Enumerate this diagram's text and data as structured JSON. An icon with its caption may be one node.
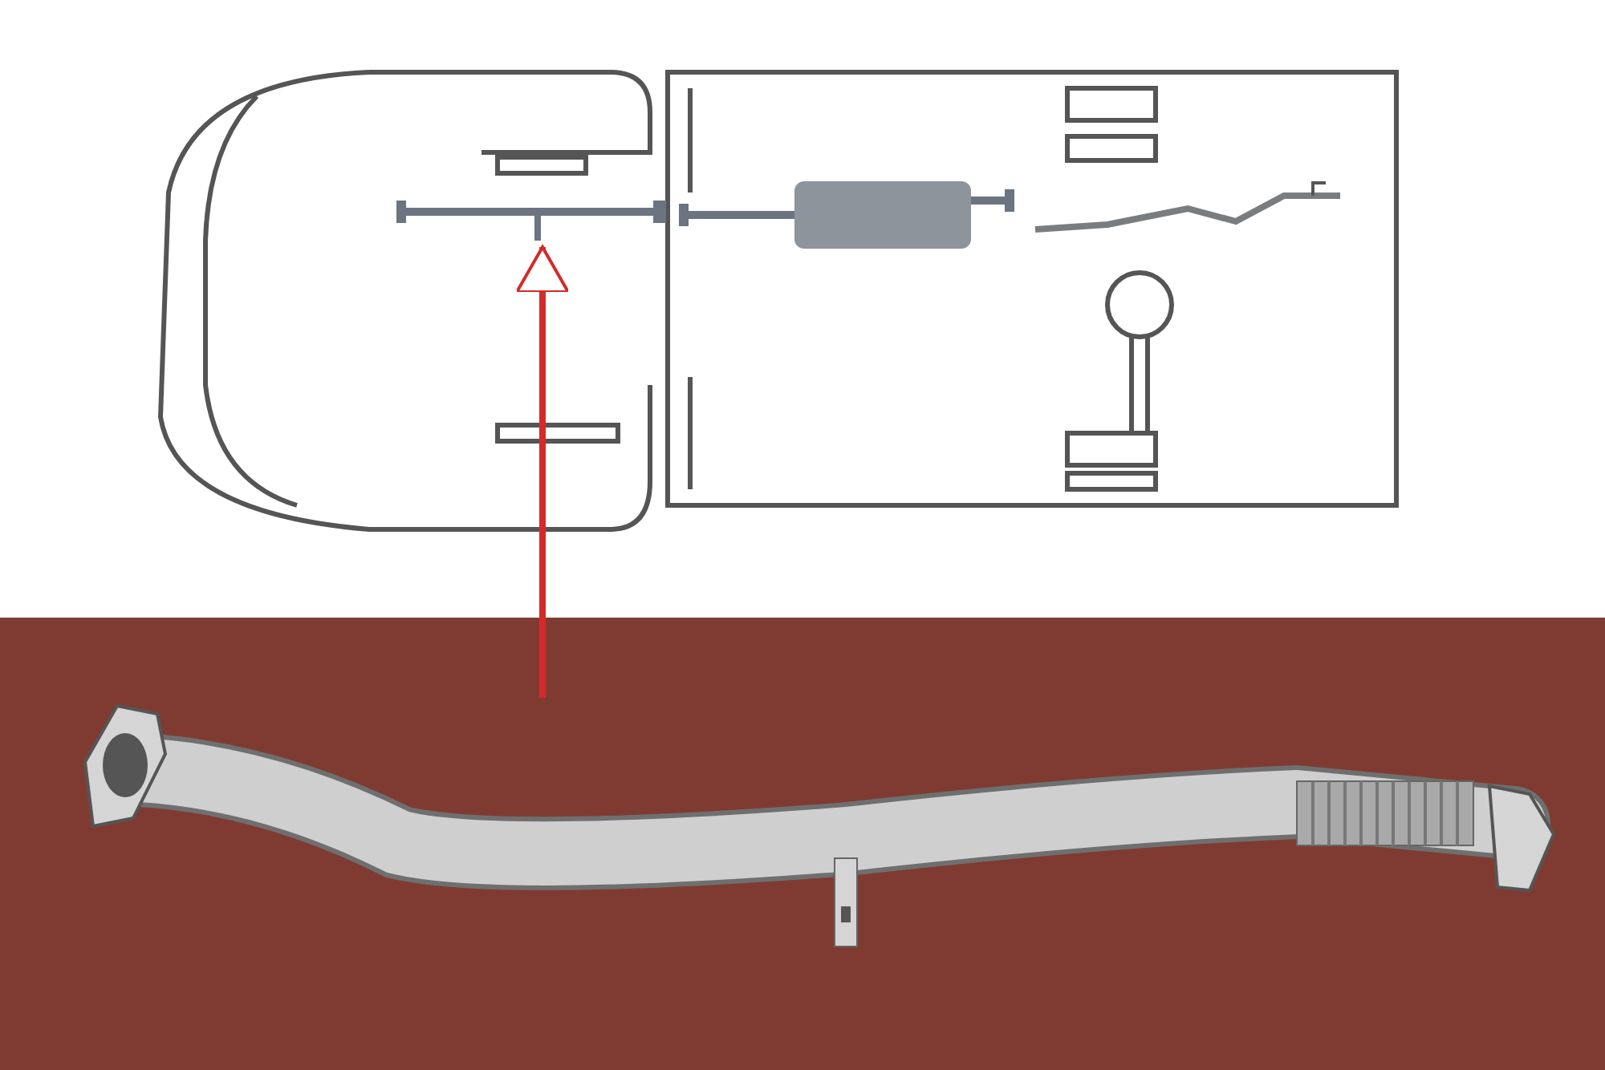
{
  "diagram": {
    "nodes": [
      {
        "text": [],
        "shape": "picture"
      },
      {
        "text": [],
        "shape": "picture"
      }
    ],
    "edges": [
      {
        "from": 1,
        "to": 0,
        "arrow": "to",
        "color": "#d42a2a"
      }
    ]
  }
}
